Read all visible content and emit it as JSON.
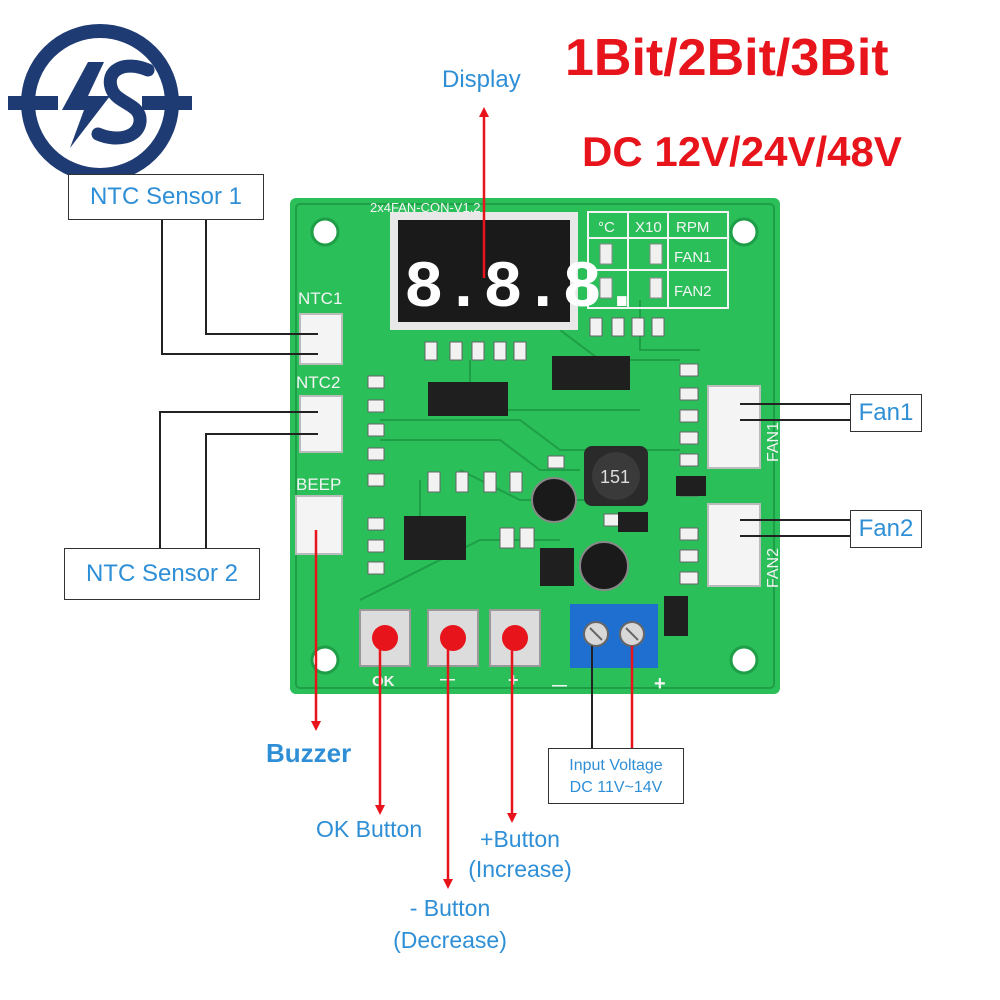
{
  "headline": {
    "bits": "1Bit/2Bit/3Bit",
    "voltage": "DC 12V/24V/48V"
  },
  "callouts": {
    "display": "Display",
    "ntc_sensor_1": "NTC Sensor 1",
    "ntc_sensor_2": "NTC Sensor 2",
    "fan1": "Fan1",
    "fan2": "Fan2",
    "buzzer": "Buzzer",
    "ok_button": "OK Button",
    "plus_button_line1": "+Button",
    "plus_button_line2": "(Increase)",
    "minus_button_line1": "- Button",
    "minus_button_line2": "(Decrease)",
    "input_voltage_line1": "Input Voltage",
    "input_voltage_line2": "DC 11V~14V"
  },
  "board": {
    "title": "2x4FAN-CON-V1.2",
    "display_digits": "8.8.8.",
    "ntc1": "NTC1",
    "ntc2": "NTC2",
    "beep": "BEEP",
    "fan1": "FAN1",
    "fan2": "FAN2",
    "unit_celsius": "°C",
    "unit_x10": "X10",
    "unit_rpm": "RPM",
    "inductor_code": "151",
    "btn_ok": "OK",
    "btn_minus": "—",
    "btn_plus": "+",
    "terminal_minus": "—",
    "terminal_plus": "+"
  },
  "colors": {
    "pcb": "#2bbf5a",
    "accent_red": "#e8141c",
    "label_blue": "#2f8fd6",
    "logo_navy": "#1f3b73"
  },
  "icons": {
    "logo": "lightning-bolt-s-logo-icon"
  }
}
